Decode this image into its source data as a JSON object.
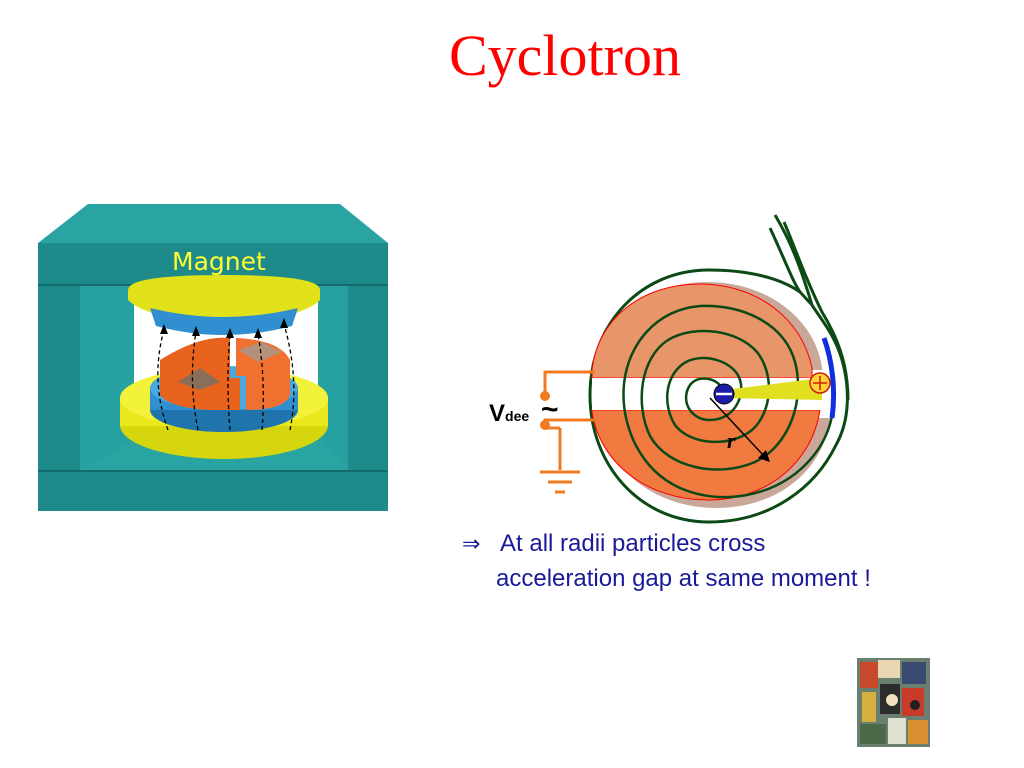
{
  "title": "Cyclotron",
  "labels": {
    "magnet": "Magnet",
    "v": "V",
    "dee": "dee",
    "tilde": "~",
    "r": "r"
  },
  "bullet": {
    "arrow": "⇒",
    "line1": "At all radii particles cross",
    "line2": "acceleration gap at same moment !"
  },
  "colors": {
    "title": "#ff0000",
    "magnet_body": "#1e8a8a",
    "magnet_dark": "#156b6b",
    "yoke_yellow": "#e8e81a",
    "pole_blue": "#2f8fd0",
    "dee_orange": "#f07030",
    "spiral_green": "#0b4a14",
    "bullet_text": "#1a1a99"
  },
  "icons": {
    "painting": "cubist-painting-thumbnail"
  }
}
